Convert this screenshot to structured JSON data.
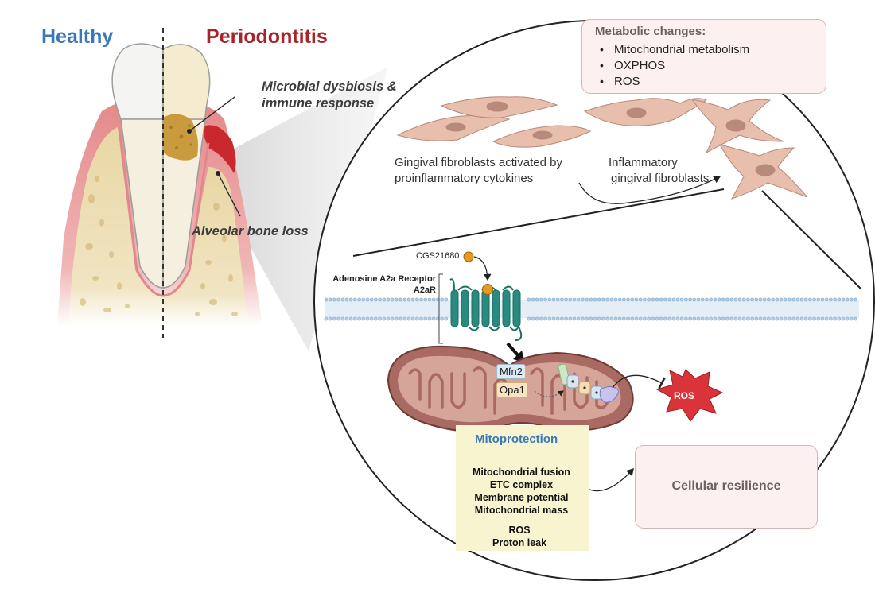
{
  "labels": {
    "healthy": "Healthy",
    "periodontitis": "Periodontitis",
    "dysbiosis_line1": "Microbial dysbiosis &",
    "dysbiosis_line2": "immune response",
    "bone_loss": "Alveolar bone loss"
  },
  "metabolic": {
    "title": "Metabolic changes:",
    "items": [
      "Mitochondrial metabolism",
      "OXPHOS",
      "ROS"
    ]
  },
  "fibroblasts": {
    "activated_line1": "Gingival fibroblasts activated by",
    "activated_line2": "proinflammatory cytokines",
    "inflammatory_line1": "Inflammatory",
    "inflammatory_line2": "gingival fibroblasts"
  },
  "receptor": {
    "agonist": "CGS21680",
    "name_line1": "Adenosine A2a Receptor",
    "name_line2": "A2aR"
  },
  "mitochondrion": {
    "protein1": "Mfn2",
    "protein2": "Opa1",
    "ros": "ROS"
  },
  "mitoprotection": {
    "title": "Mitoprotection",
    "up": [
      "Mitochondrial fusion",
      "ETC complex",
      "Membrane potential",
      "Mitochondrial mass"
    ],
    "down": [
      "ROS",
      "Proton leak"
    ]
  },
  "outcome": "Cellular resilience",
  "colors": {
    "healthy": "#3a78b8",
    "periodontitis": "#a8242a",
    "mitochondria": "#a86a62",
    "receptor": "#2a8a7e",
    "ros": "#d8343a"
  }
}
